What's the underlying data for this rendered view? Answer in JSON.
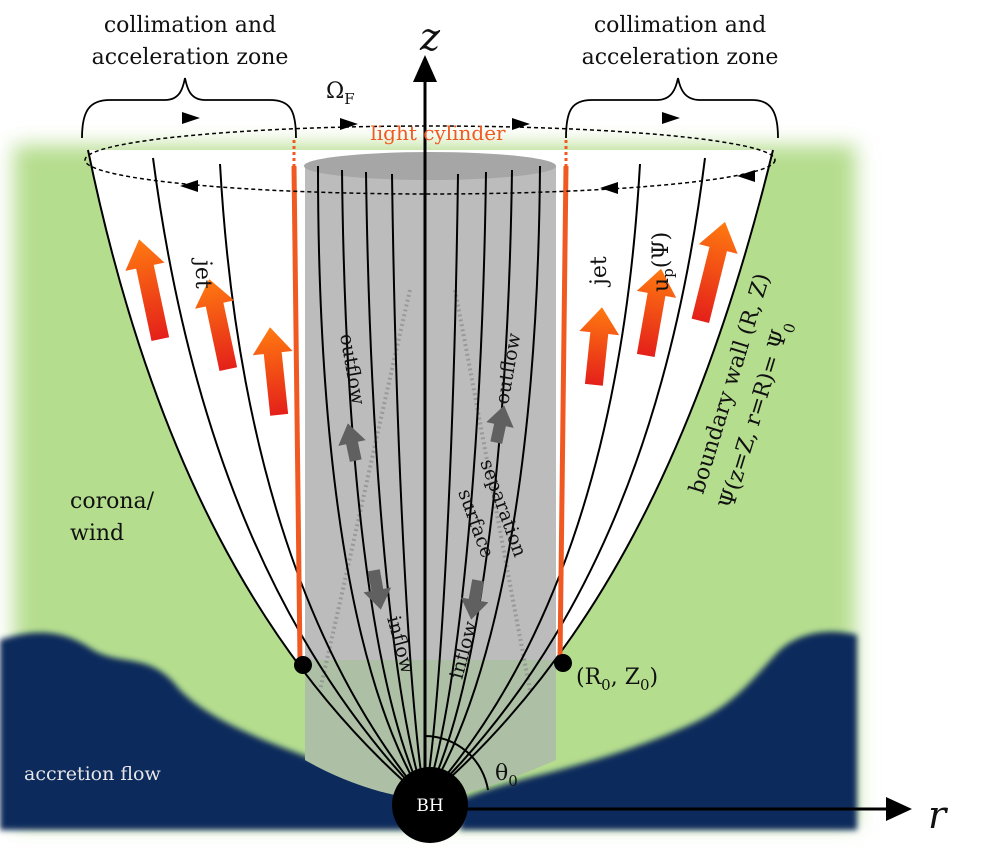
{
  "labels": {
    "axis_z": "z",
    "axis_r": "r",
    "zone_left_1": "collimation and",
    "zone_left_2": "acceleration zone",
    "zone_right_1": "collimation and",
    "zone_right_2": "acceleration zone",
    "omega": "Ω",
    "omega_sub": "F",
    "light_cylinder": "light  cylinder",
    "jet_left": "jet",
    "jet_right": "jet",
    "up_psi_u": "u",
    "up_psi_sub": "p",
    "up_psi_rest": "(Ψ)",
    "outflow_left": "outflow",
    "outflow_right": "outflow",
    "inflow_left": "inflow",
    "inflow_right": "inflow",
    "separation": "separation",
    "surface": "surface",
    "corona_1": "corona/",
    "corona_2": "wind",
    "accretion_flow": "accretion flow",
    "boundary_1": "boundary wall (R, Z)",
    "boundary_2": "Ψ(z=Z, r=R)= Ψ",
    "boundary_2_sub": "0",
    "r0z0_main": "(R",
    "r0z0_sub1": "0",
    "r0z0_mid": ", Z",
    "r0z0_sub2": "0",
    "r0z0_end": ")",
    "bh": "BH",
    "theta": "θ",
    "theta_sub": "0"
  },
  "colors": {
    "corona": "#b5dd8e",
    "accretion": "#0b2a5c",
    "light_cylinder": "#f05a22",
    "jet_arrow_top": "#ff6a10",
    "jet_arrow_bottom": "#e8201a",
    "magnetosphere": "#bcbcbc",
    "field_lines": "#000000",
    "flow_arrows": "#606060"
  }
}
